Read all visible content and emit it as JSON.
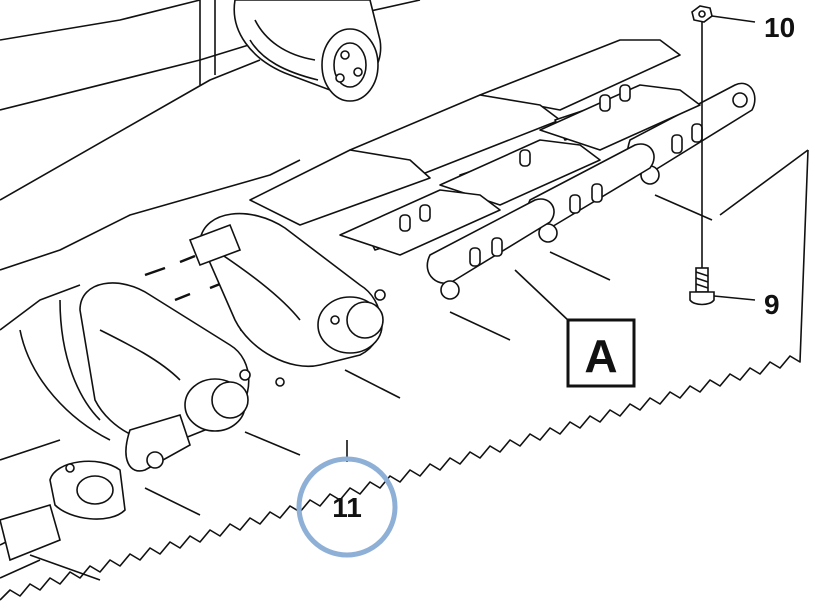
{
  "diagram": {
    "callouts": {
      "bolt": "9",
      "nut": "10",
      "track_chain": "11",
      "detail_box": "A"
    },
    "colors": {
      "line": "#111111",
      "highlight_circle": "#8fb0d6",
      "background": "#ffffff"
    },
    "icons": [
      "nut-icon",
      "bolt-icon"
    ]
  }
}
